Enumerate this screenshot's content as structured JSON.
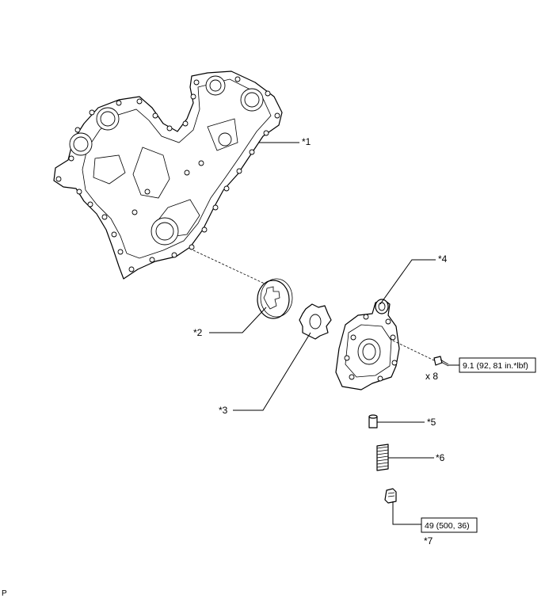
{
  "callouts": {
    "timing_cover": "*1",
    "driven_rotor": "*2",
    "drive_rotor": "*3",
    "pump_body": "*4",
    "relief_valve": "*5",
    "spring": "*6",
    "plug": "*7"
  },
  "torque": {
    "bolt_spec": "9.1 (92, 81 in.*lbf)",
    "bolt_qty": "x 8",
    "plug_spec": "49 (500, 36)"
  },
  "corner_label": "P"
}
